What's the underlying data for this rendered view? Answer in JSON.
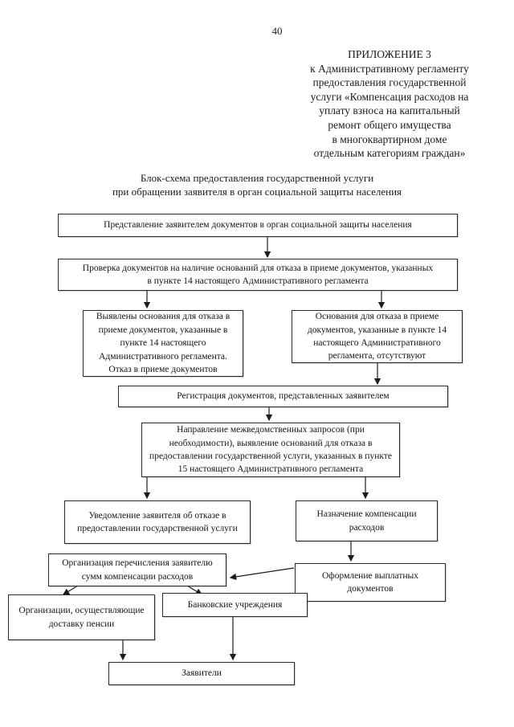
{
  "page": {
    "number": "40"
  },
  "appendix": {
    "lines": [
      "ПРИЛОЖЕНИЕ 3",
      "к Административному регламенту",
      "предоставления государственной",
      "услуги «Компенсация расходов на",
      "уплату взноса на капитальный",
      "ремонт общего имущества",
      "в многоквартирном доме",
      "отдельным категориям граждан»"
    ]
  },
  "subtitle": {
    "lines": [
      "Блок-схема предоставления государственной услуги",
      "при обращении заявителя в орган социальной защиты населения"
    ]
  },
  "flowchart": {
    "boxes": [
      {
        "id": "submission",
        "label": "Представление заявителем документов в орган социальной защиты населения"
      },
      {
        "id": "check-documents",
        "label": "Проверка документов на наличие оснований для отказа в приеме документов, указанных в пункте 14 настоящего Административного регламента"
      },
      {
        "id": "refusal-grounds-found",
        "label": "Выявлены основания для отказа в приеме документов, указанные в пункте 14 настоящего Административного регламента. Отказ в приеме документов"
      },
      {
        "id": "no-refusal-grounds",
        "label": "Основания для отказа в приеме документов, указанные в пункте 14 настоящего Административного регламента, отсутствуют"
      },
      {
        "id": "registration",
        "label": "Регистрация документов, представленных заявителем"
      },
      {
        "id": "interagency-requests",
        "label": "Направление межведомственных запросов (при необходимости), выявление оснований для отказа в предоставлении государственной услуги, указанных в пункте 15 настоящего Административного регламента"
      },
      {
        "id": "refusal-notification",
        "label": "Уведомление заявителя об отказе в предоставлении государственной услуги"
      },
      {
        "id": "assign-compensation",
        "label": "Назначение компенсации расходов"
      },
      {
        "id": "transfer-organization",
        "label": "Организация перечисления заявителю сумм компенсации расходов"
      },
      {
        "id": "payment-documents",
        "label": "Оформление выплатных документов"
      },
      {
        "id": "pension-delivery-organizations",
        "label": "Организации, осуществляющие доставку пенсии"
      },
      {
        "id": "banks",
        "label": "Банковские учреждения"
      },
      {
        "id": "applicants",
        "label": "Заявители"
      }
    ]
  },
  "colors": {
    "text": "#141414",
    "border": "#2b2b2b",
    "background": "#ffffff",
    "arrow": "#1c1c1c"
  }
}
